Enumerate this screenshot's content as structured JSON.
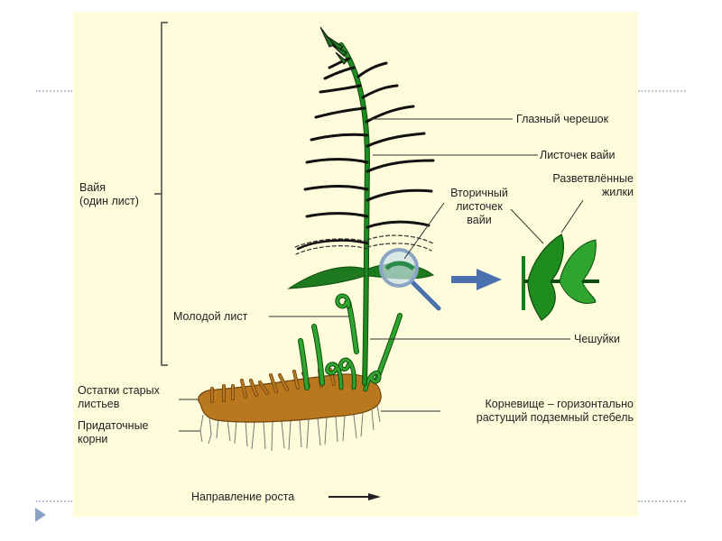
{
  "slide": {
    "bullet_icon": "triangle-bullet-icon"
  },
  "diagram": {
    "title": "Строение папоротника",
    "labels": {
      "frond": "Вайя\n(один лист)",
      "frond_line1": "Вайя",
      "frond_line2": "(один лист)",
      "rachis": "Глазный черешок",
      "pinna": "Листочек вайи",
      "veins_line1": "Разветвлённые",
      "veins_line2": "жилки",
      "pinnule_line1": "Вторичный",
      "pinnule_line2": "листочек",
      "pinnule_line3": "вайи",
      "young_leaf": "Молодой лист",
      "scales": "Чешуйки",
      "old_leaves_line1": "Остатки старых",
      "old_leaves_line2": "листьев",
      "roots_line1": "Придаточные",
      "roots_line2": "корни",
      "rhizome_line1": "Корневище – горизонтально",
      "rhizome_line2": "растущий подземный стебель",
      "growth_direction": "Направление роста"
    },
    "icons": {
      "magnifier": "magnifier-icon",
      "arrow": "right-arrow-icon",
      "growth_arrow": "growth-arrow-icon"
    },
    "colors": {
      "background": "#fffcdc",
      "stem": "#1e8c1e",
      "leaf": "#2a9a2a",
      "rhizome": "#b9781e",
      "arrow": "#4a70b0"
    }
  }
}
